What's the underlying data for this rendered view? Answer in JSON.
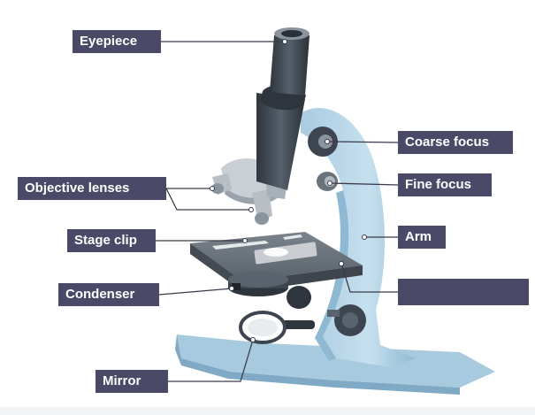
{
  "labels": {
    "eyepiece": "Eyepiece",
    "objective_lenses": "Objective lenses",
    "stage_clip": "Stage clip",
    "condenser": "Condenser",
    "mirror": "Mirror",
    "coarse_focus": "Coarse focus",
    "fine_focus": "Fine focus",
    "arm": "Arm",
    "hidden_label": ""
  },
  "colors": {
    "label_bg": "#4a4a68",
    "label_text": "#ffffff",
    "body_light": "#b9d7ea",
    "body_mid": "#8fb8d2",
    "body_dark": "#6a95b3",
    "metal_dark": "#3c4550",
    "metal_mid": "#58636e",
    "metal_light": "#8a949e",
    "stage_top": "#6b737c",
    "leader_line": "#3a3a4a"
  }
}
